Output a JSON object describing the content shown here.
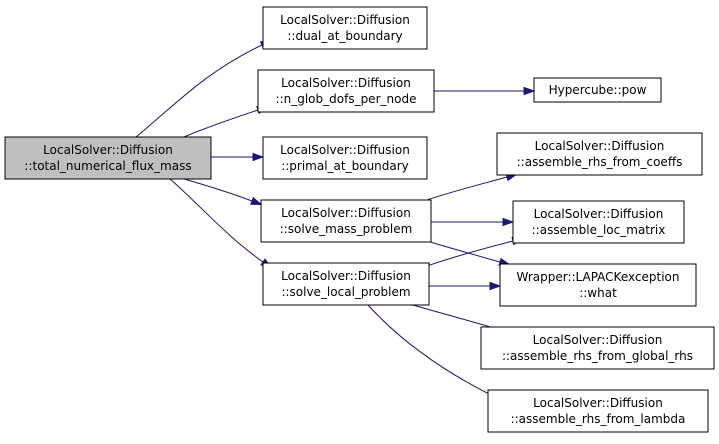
{
  "diagram": {
    "root_color": "#bfbfbf",
    "node_color": "#ffffff",
    "edge_color": "#191970",
    "nodes": [
      {
        "id": "root",
        "line1": "LocalSolver::Diffusion",
        "line2": "::total_numerical_flux_mass"
      },
      {
        "id": "dual",
        "line1": "LocalSolver::Diffusion",
        "line2": "::dual_at_boundary"
      },
      {
        "id": "nglob",
        "line1": "LocalSolver::Diffusion",
        "line2": "::n_glob_dofs_per_node"
      },
      {
        "id": "primal",
        "line1": "LocalSolver::Diffusion",
        "line2": "::primal_at_boundary"
      },
      {
        "id": "massprob",
        "line1": "LocalSolver::Diffusion",
        "line2": "::solve_mass_problem"
      },
      {
        "id": "localprob",
        "line1": "LocalSolver::Diffusion",
        "line2": "::solve_local_problem"
      },
      {
        "id": "pow",
        "line1": "Hypercube::pow",
        "line2": ""
      },
      {
        "id": "coeffs",
        "line1": "LocalSolver::Diffusion",
        "line2": "::assemble_rhs_from_coeffs"
      },
      {
        "id": "locmatrix",
        "line1": "LocalSolver::Diffusion",
        "line2": "::assemble_loc_matrix"
      },
      {
        "id": "lapack",
        "line1": "Wrapper::LAPACKexception",
        "line2": "::what"
      },
      {
        "id": "globalrhs",
        "line1": "LocalSolver::Diffusion",
        "line2": "::assemble_rhs_from_global_rhs"
      },
      {
        "id": "lambda",
        "line1": "LocalSolver::Diffusion",
        "line2": "::assemble_rhs_from_lambda"
      }
    ],
    "edges": [
      {
        "from": "root",
        "to": "dual"
      },
      {
        "from": "root",
        "to": "nglob"
      },
      {
        "from": "root",
        "to": "primal"
      },
      {
        "from": "root",
        "to": "massprob"
      },
      {
        "from": "root",
        "to": "localprob"
      },
      {
        "from": "nglob",
        "to": "pow"
      },
      {
        "from": "massprob",
        "to": "coeffs"
      },
      {
        "from": "massprob",
        "to": "locmatrix"
      },
      {
        "from": "massprob",
        "to": "lapack"
      },
      {
        "from": "localprob",
        "to": "locmatrix"
      },
      {
        "from": "localprob",
        "to": "lapack"
      },
      {
        "from": "localprob",
        "to": "globalrhs"
      },
      {
        "from": "localprob",
        "to": "lambda"
      }
    ]
  }
}
